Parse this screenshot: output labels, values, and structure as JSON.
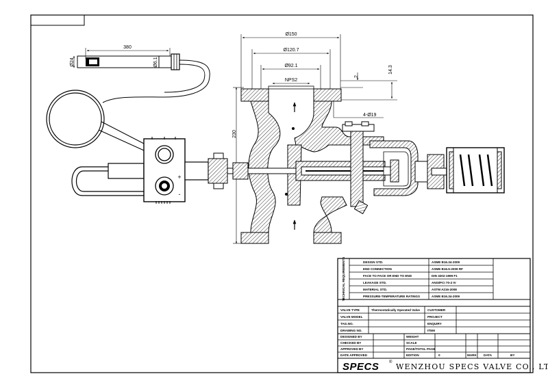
{
  "dimensions": {
    "overall_length": "380",
    "pipe_dia": "Ø24",
    "stem_dia": "Ø6.1",
    "flange_od": "Ø150",
    "bolt_circle": "Ø120.7",
    "raised_face": "Ø92.1",
    "nominal_size": "NPS2",
    "face_thickness": "2",
    "flange_thickness": "14.3",
    "bolt_holes": "4-Ø19",
    "face_to_face": "230"
  },
  "symbols": {
    "plus": "+",
    "minus": "-"
  },
  "technical": {
    "section_label": "TECHNICAL REQUIREMENTS",
    "rows": [
      {
        "label": "DESIGN STD.",
        "value": "ASME B16.34-2009"
      },
      {
        "label": "END CONNECTION",
        "value": "ASME B16.5-2009 RF"
      },
      {
        "label": "FACE TO FACE OR END TO END",
        "value": "DIN 3202-1999 F1"
      },
      {
        "label": "LEAKAGE STD.",
        "value": "ANSI/FCI 70-2 IV"
      },
      {
        "label": "MATERIAL STD.",
        "value": "ASTM A216-2008"
      },
      {
        "label": "PRESSURE-TEMPERATURE RATINGS",
        "value": "ASME B16.34-2009"
      }
    ]
  },
  "info": {
    "valve_type_label": "VALVE TYPE",
    "valve_type_value": "Thermostatically Operated Valve",
    "valve_model_label": "VALVE MODEL",
    "tag_no_label": "TAG.NO.",
    "drawing_no_label": "DRAWING NO.",
    "customer_label": "CUSTOMER",
    "project_label": "PROJECT",
    "enquiry_label": "ENQUIRY",
    "item_label": "ITEM"
  },
  "approval": {
    "designed_by": "DESIGNED BY",
    "checked_by": "CHECKED BY",
    "approved_by": "APPROVED BY",
    "date_approved": "DATE APPROVED",
    "weight": "WEIGHT",
    "scale": "SCALE",
    "page_total": "PAGE/TOTAL PAGE",
    "edition": "EDITION",
    "edition_value": "0",
    "mark": "MARK",
    "data": "DATA",
    "by": "BY"
  },
  "brand": {
    "logo": "SPECS",
    "registered": "®",
    "company_name": "WENZHOU SPECS VALVE CO., LTD"
  }
}
